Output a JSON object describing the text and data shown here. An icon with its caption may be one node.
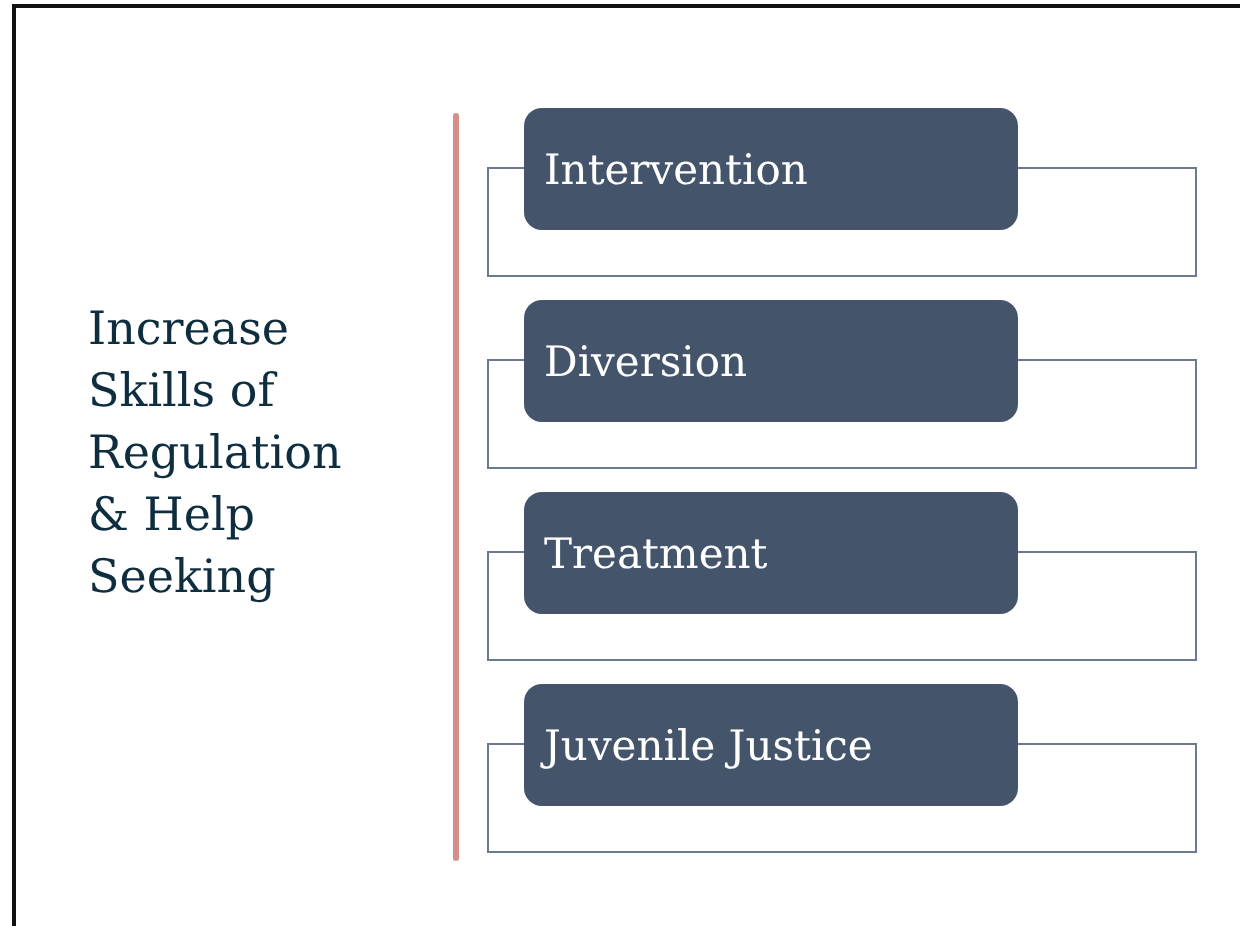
{
  "diagram": {
    "nodes": [
      {
        "text": [
          "Intervention"
        ]
      },
      {
        "text": [
          "Diversion"
        ]
      },
      {
        "text": [
          "Treatment"
        ]
      },
      {
        "text": [
          "Juvenile Justice"
        ]
      }
    ],
    "labels": [
      "Increase Skills of Regulation & Help Seeking"
    ]
  }
}
